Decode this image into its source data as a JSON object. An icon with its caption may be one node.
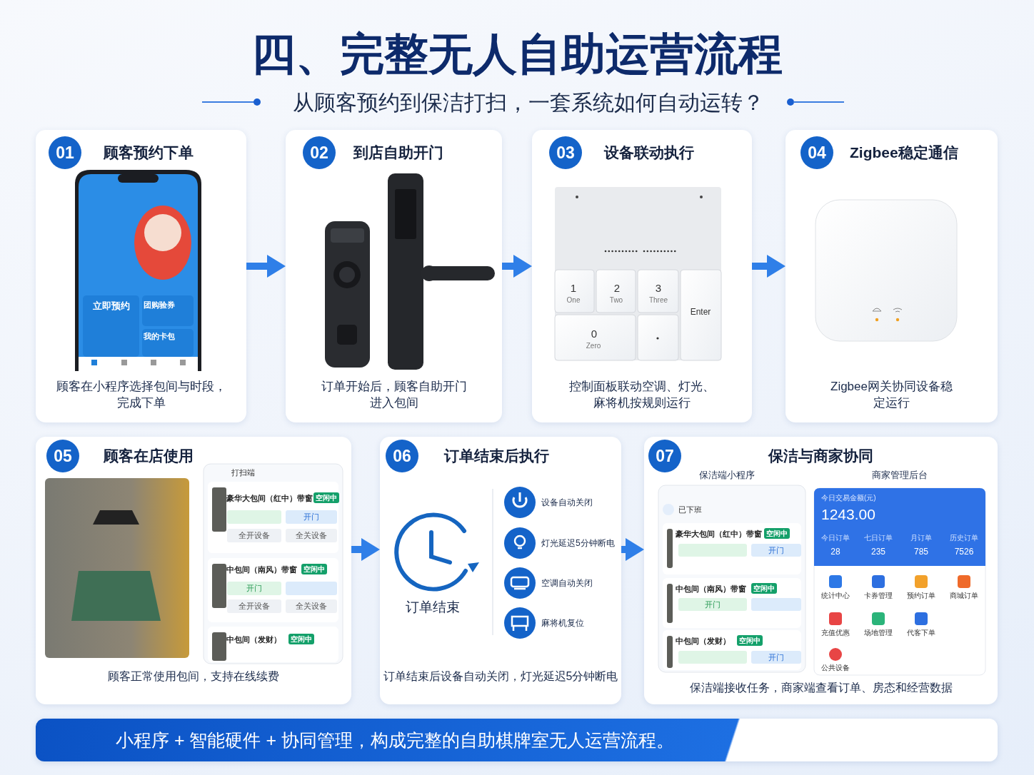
{
  "diagram": {
    "title": "四、完整无人自助运营流程",
    "nodes": [
      {
        "text": [
          "01",
          "顾客预约下单",
          "顾客在小程序选择包间与时段，完成下单"
        ]
      },
      {
        "text": [
          "02",
          "到店自助开门",
          "订单开始后，顾客自助开门进入包间"
        ]
      },
      {
        "text": [
          "03",
          "设备联动执行",
          "控制面板联动空调、灯光、麻将机按规则运行"
        ]
      },
      {
        "text": [
          "04",
          "Zigbee稳定通信",
          "Zigbee网关协同设备稳定运行"
        ]
      },
      {
        "text": [
          "05",
          "顾客在店使用",
          "顾客正常使用包间，支持在线续费"
        ]
      },
      {
        "text": [
          "06",
          "订单结束后执行",
          "订单结束后设备自动关闭，灯光延迟5分钟断电"
        ]
      },
      {
        "text": [
          "07",
          "保洁与商家协同",
          "保洁端接收任务，商家端查看订单、房态和经营数据"
        ]
      },
      {
        "text": [
          "小程序 + 智能硬件 + 协同管理，构成完整的自助棋牌室无人运营流程。"
        ]
      }
    ],
    "edges": [
      {
        "from": 0,
        "to": 1,
        "arrow": "to"
      },
      {
        "from": 1,
        "to": 2,
        "arrow": "to"
      },
      {
        "from": 2,
        "to": 3,
        "arrow": "to"
      },
      {
        "from": 4,
        "to": 5,
        "arrow": "to"
      },
      {
        "from": 5,
        "to": 6,
        "arrow": "to"
      }
    ],
    "labels": [
      "从顾客预约到保洁打扫，一套系统如何自动运转？",
      "立即预约",
      "团购验券",
      "我的卡包",
      "1",
      "One",
      "2",
      "Two",
      "3",
      "Three",
      "Enter",
      "0",
      "Zero",
      "订单结束",
      "设备自动关闭",
      "灯光延迟5分钟断电",
      "空调自动关闭",
      "麻将机复位",
      "打扫端",
      "豪华大包间（红中）带窗",
      "空闲中",
      "开门",
      "全开设备",
      "全关设备",
      "中包间（南风）带窗",
      "空闲中",
      "开门",
      "全开设备",
      "全关设备",
      "中包间（发财）",
      "空闲中",
      "保洁端小程序",
      "商家管理后台",
      "已下班",
      "豪华大包间（红中）带窗",
      "空闲中",
      "开门",
      "中包间（南风）带窗",
      "空闲中",
      "开门",
      "中包间（发财）",
      "空闲中",
      "开门",
      "今日交易金额(元)",
      "1243.00",
      "今日订单",
      "七日订单",
      "月订单",
      "历史订单",
      "28",
      "235",
      "785",
      "7526",
      "统计中心",
      "卡券管理",
      "预约订单",
      "商城订单",
      "充值优惠",
      "场地管理",
      "代客下单",
      "公共设备"
    ]
  }
}
